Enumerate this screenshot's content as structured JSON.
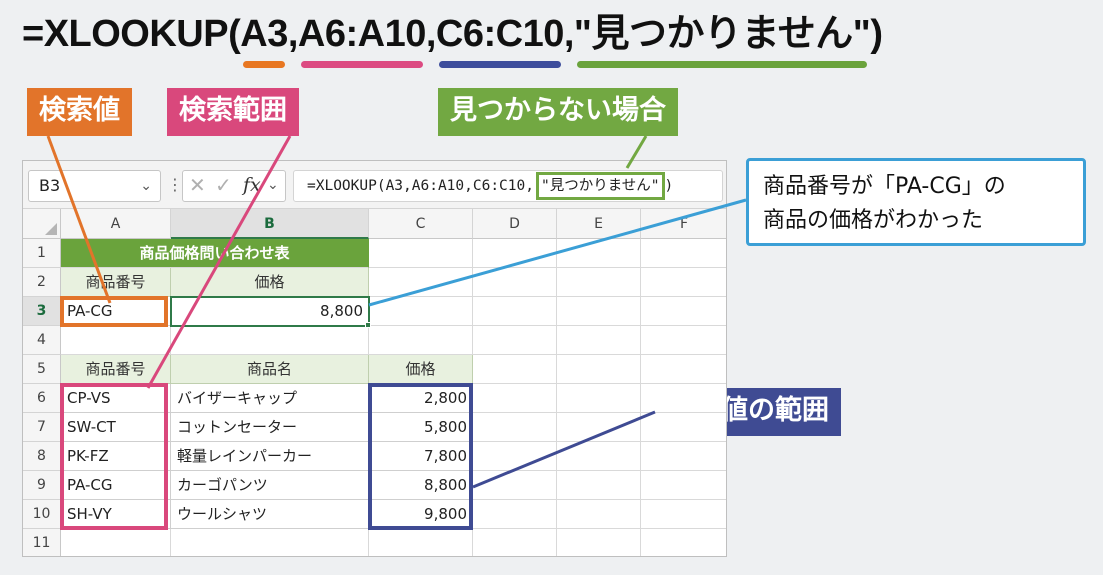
{
  "formula": {
    "segments": [
      {
        "text": "=XLOOKUP(",
        "underline": ""
      },
      {
        "text": "A3",
        "underline": "orange"
      },
      {
        "text": ",",
        "underline": ""
      },
      {
        "text": "A6:A10",
        "underline": "pink"
      },
      {
        "text": ",",
        "underline": ""
      },
      {
        "text": "C6:C10",
        "underline": "blue"
      },
      {
        "text": ",",
        "underline": ""
      },
      {
        "text": "\"見つかりません\"",
        "underline": "green"
      },
      {
        "text": ")",
        "underline": ""
      }
    ]
  },
  "labels": {
    "lookup_value": "検索値",
    "lookup_range": "検索範囲",
    "not_found": "見つからない場合",
    "return_range": "戻り値の範囲",
    "result_line1": "商品番号が「PA-CG」の",
    "result_line2": "商品の価格がわかった"
  },
  "excel": {
    "name_box": "B3",
    "formula_main": "=XLOOKUP(A3,A6:A10,C6:C10,",
    "formula_highlight": "\"見つかりません\"",
    "formula_tail": ")",
    "columns": [
      "A",
      "B",
      "C",
      "D",
      "E",
      "F"
    ],
    "rows": [
      "1",
      "2",
      "3",
      "4",
      "5",
      "6",
      "7",
      "8",
      "9",
      "10",
      "11"
    ],
    "lookup_table": {
      "title": "商品価格問い合わせ表",
      "header_code": "商品番号",
      "header_price": "価格",
      "code": "PA-CG",
      "price": "8,800"
    },
    "product_table": {
      "header_code": "商品番号",
      "header_name": "商品名",
      "header_price": "価格",
      "rows": [
        {
          "code": "CP-VS",
          "name": "バイザーキャップ",
          "price": "2,800"
        },
        {
          "code": "SW-CT",
          "name": "コットンセーター",
          "price": "5,800"
        },
        {
          "code": "PK-FZ",
          "name": "軽量レインパーカー",
          "price": "7,800"
        },
        {
          "code": "PA-CG",
          "name": "カーゴパンツ",
          "price": "8,800"
        },
        {
          "code": "SH-VY",
          "name": "ウールシャツ",
          "price": "9,800"
        }
      ]
    }
  },
  "colors": {
    "orange": "#e2742a",
    "pink": "#d9487c",
    "blue": "#3f4b93",
    "green": "#6aa33c",
    "callout_border": "#3b9fd6",
    "excel_green": "#2f7a48"
  },
  "icons": [
    "chevron-down-icon",
    "vertical-dots-icon",
    "cancel-icon",
    "check-icon",
    "fx-icon"
  ]
}
